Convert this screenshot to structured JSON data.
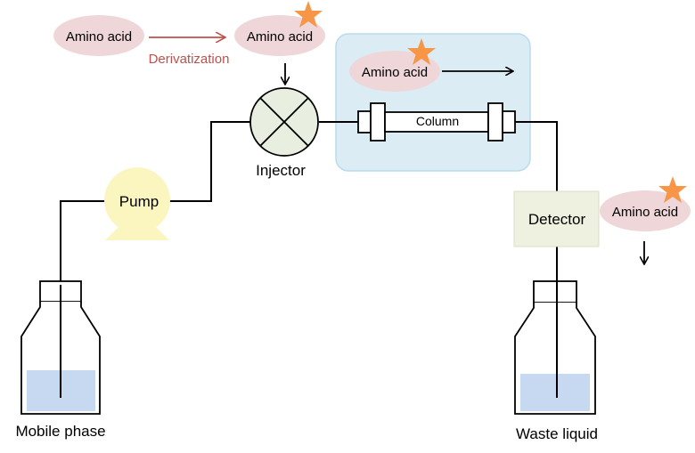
{
  "labels": {
    "amino_acid_source": "Amino acid",
    "derivatization": "Derivatization",
    "amino_acid_derivatized": "Amino acid",
    "amino_acid_column": "Amino acid",
    "column": "Column",
    "injector": "Injector",
    "pump": "Pump",
    "detector": "Detector",
    "amino_acid_detected": "Amino acid",
    "mobile_phase": "Mobile phase",
    "waste_liquid": "Waste liquid"
  },
  "colors": {
    "amino_acid_bubble": "#efd6d9",
    "derivatization_arrow": "#c0504d",
    "star": "#f79646",
    "column_panel": "#dbecf5",
    "column_panel_border": "#b8dbec",
    "injector_fill": "#e9efe0",
    "pump_fill": "#fbf6c0",
    "detector_fill": "#eef1df",
    "liquid": "#c6d9f1",
    "line": "#000000"
  },
  "icons": {
    "star": "star-icon",
    "injector": "injector-valve-icon",
    "bottle": "bottle-icon"
  }
}
